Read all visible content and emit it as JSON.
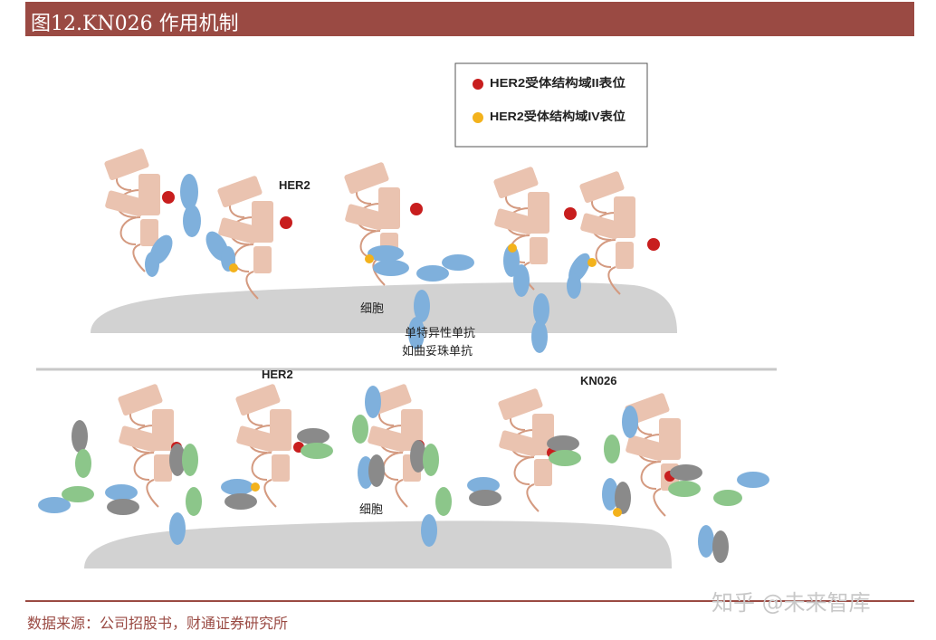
{
  "figure_title": "图12.KN026 作用机制",
  "legend": {
    "item1": "HER2受体结构域II表位",
    "item2": "HER2受体结构域IV表位"
  },
  "labels": {
    "her2_top": "HER2",
    "cell_top": "细胞",
    "mab_line1": "单特异性单抗",
    "mab_line2": "如曲妥珠单抗",
    "her2_bottom": "HER2",
    "kn026": "KN026",
    "cell_bottom": "细胞"
  },
  "source": "数据来源：公司招股书，财通证券研究所",
  "watermark": "知乎 @未来智库",
  "colors": {
    "title_bar": "#9a4a43",
    "receptor": "#eac3b0",
    "receptor_stroke": "#d49a80",
    "antibody_blue": "#7fb0dc",
    "antibody_green": "#8cc68a",
    "antibody_gray": "#8a8a8a",
    "epitope_ii": "#c81e1e",
    "epitope_iv": "#f3b21c",
    "cell": "#d2d2d2"
  }
}
